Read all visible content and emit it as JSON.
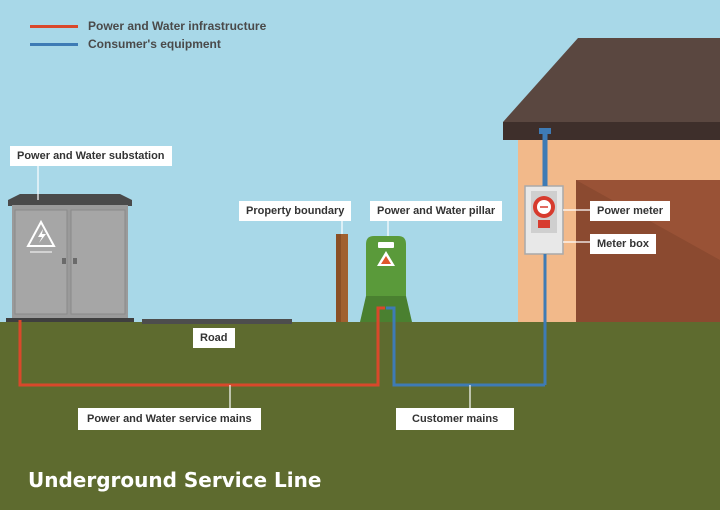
{
  "legend": {
    "items": [
      {
        "label": "Power and Water infrastructure",
        "color": "#d9482b"
      },
      {
        "label": "Consumer's equipment",
        "color": "#3e7bb5"
      }
    ]
  },
  "labels": {
    "substation": "Power and Water substation",
    "property_boundary": "Property boundary",
    "pillar": "Power and Water pillar",
    "power_meter": "Power meter",
    "meter_box": "Meter box",
    "road": "Road",
    "service_mains": "Power and Water service mains",
    "customer_mains": "Customer mains"
  },
  "title": "Underground Service Line",
  "colors": {
    "sky": "#a8d8e8",
    "ground": "#5e6b2f",
    "infrastructure_line": "#d9482b",
    "consumer_line": "#3e7bb5",
    "house_wall": "#f2b98a",
    "roof": "#5a4740",
    "pillar": "#5a9a3a",
    "substation": "#9a9a9a"
  },
  "icons": {
    "substation_warning": "warning-triangle-icon",
    "pillar_warning": "warning-triangle-icon",
    "meter": "power-meter-icon"
  }
}
